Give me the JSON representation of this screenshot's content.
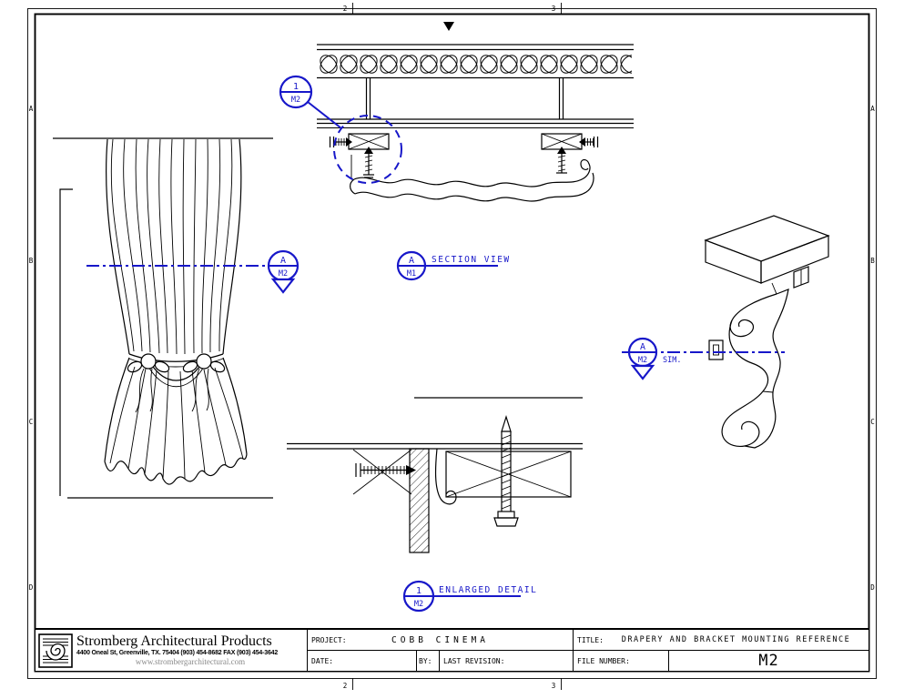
{
  "colors": {
    "line": "#000000",
    "annotation": "#1717c9"
  },
  "grid": {
    "top_numbers": [
      "2",
      "3"
    ],
    "bottom_numbers": [
      "2",
      "3"
    ],
    "left_letters": [
      "A",
      "B",
      "C",
      "D"
    ],
    "right_letters": [
      "A",
      "B",
      "C",
      "D"
    ]
  },
  "callouts": {
    "bracket_circle": {
      "num": "1",
      "sheet": "M2"
    },
    "section_view": {
      "num": "A",
      "sheet": "M1",
      "label": "SECTION VIEW"
    },
    "drapery_section": {
      "num": "A",
      "sheet": "M2"
    },
    "bracket_sim": {
      "num": "A",
      "sheet": "M2",
      "label": "SIM."
    },
    "enlarged_detail": {
      "num": "1",
      "sheet": "M2",
      "label": "ENLARGED DETAIL"
    }
  },
  "title_block": {
    "company": "Stromberg Architectural Products",
    "address": "4400 Oneal St, Greenville, TX.  75404   (903) 454-8682 FAX (903) 454-3642",
    "website": "www.strombergarchitectural.com",
    "project_label": "PROJECT:",
    "project": "COBB CINEMA",
    "title_label": "TITLE:",
    "title": "DRAPERY AND BRACKET MOUNTING REFERENCE",
    "date_label": "DATE:",
    "by_label": "BY:",
    "last_revision_label": "LAST REVISION:",
    "file_number_label": "FILE NUMBER:",
    "file_number": "M2"
  }
}
